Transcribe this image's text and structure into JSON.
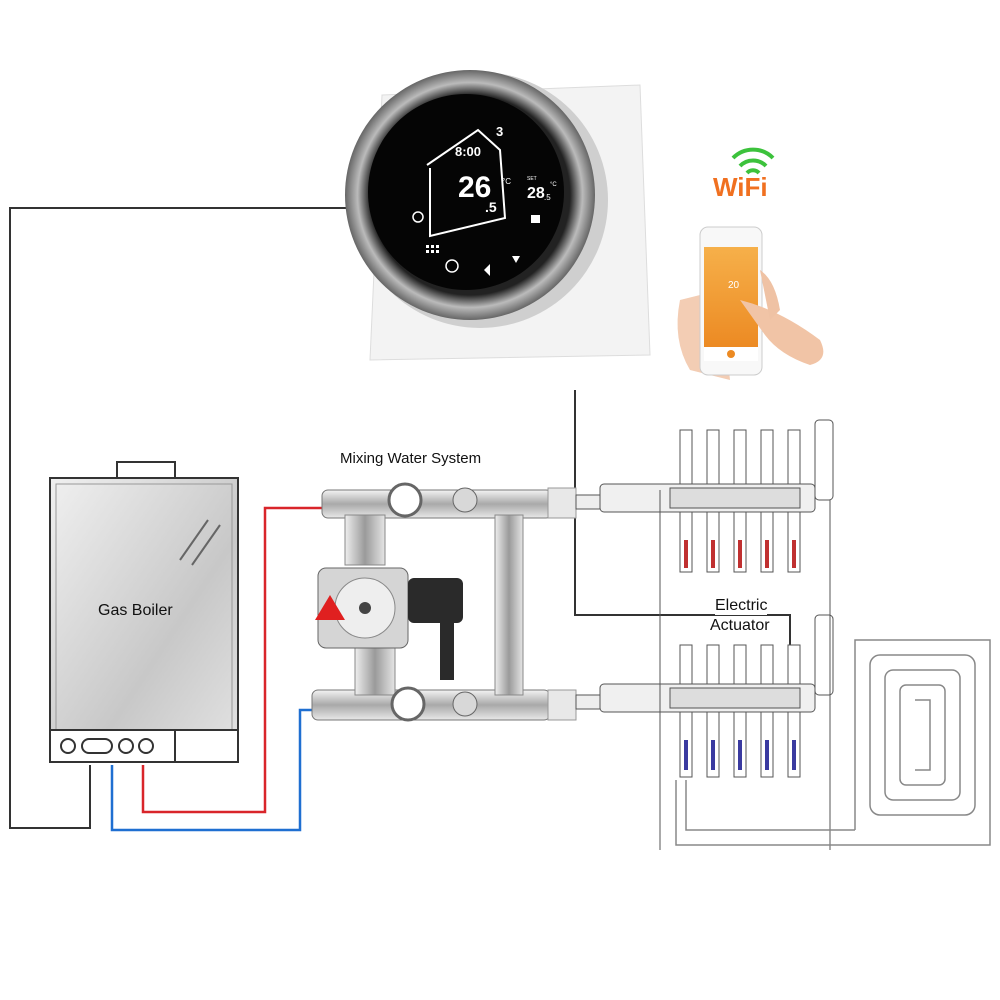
{
  "labels": {
    "mixing_system": "Mixing Water System",
    "gas_boiler": "Gas Boiler",
    "actuator_line1": "Electric",
    "actuator_line2": "Actuator"
  },
  "thermostat": {
    "period": "3",
    "clock": "8:00",
    "room_temp": "26",
    "room_temp_decimal": ".5",
    "unit": "°C",
    "set_label": "SET",
    "set_temp": "28",
    "set_temp_decimal": ".5"
  },
  "wifi_logo": "WiFi",
  "phone": {
    "setpoint": "20"
  },
  "colors": {
    "supply_pipe": "#d9252a",
    "return_pipe": "#1f6fd1",
    "control_wire": "#333333",
    "app_orange": "#f29a2e",
    "wifi_green": "#3cc23c",
    "wifi_orange": "#f07020",
    "wifi_blue": "#2a8ee0"
  }
}
